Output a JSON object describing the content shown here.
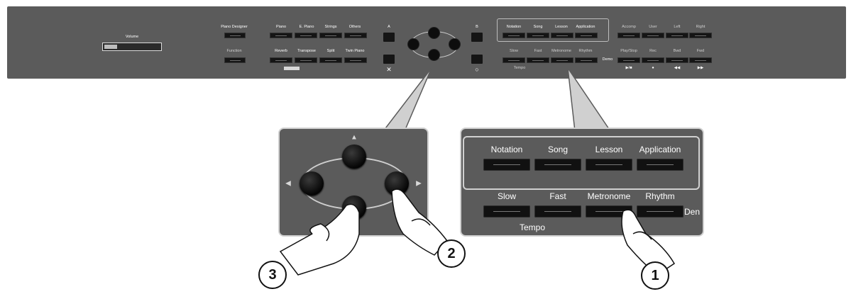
{
  "panel": {
    "volume_label": "Volume",
    "piano_designer": "Piano Designer",
    "function": "Function",
    "tones": [
      "Piano",
      "E. Piano",
      "Strings",
      "Others"
    ],
    "effects": [
      "Reverb",
      "Transpose",
      "Split",
      "Twin Piano"
    ],
    "btn_a": "A",
    "btn_b": "B",
    "cross": "✕",
    "circle": "○",
    "mode": [
      "Notation",
      "Song",
      "Lesson",
      "Application"
    ],
    "tempo_buttons": [
      "Slow",
      "Fast",
      "Metronome",
      "Rhythm"
    ],
    "demo": "Demo",
    "tempo": "Tempo",
    "parts": [
      "Accomp",
      "User",
      "Left",
      "Right"
    ],
    "transport": [
      "Play/Stop",
      "Rec",
      "Bwd",
      "Fwd"
    ],
    "transport_symbols": [
      "▶/■",
      "●",
      "◀◀",
      "▶▶"
    ]
  },
  "zoom_cursor": {
    "arrows": [
      "▲",
      "▼",
      "◀",
      "▶"
    ]
  },
  "zoom_buttons": {
    "mode": [
      "Notation",
      "Song",
      "Lesson",
      "Application"
    ],
    "tempo_buttons": [
      "Slow",
      "Fast",
      "Metronome",
      "Rhythm"
    ],
    "tempo": "Tempo",
    "demo": "Den"
  },
  "callouts": [
    "1",
    "2",
    "3"
  ]
}
